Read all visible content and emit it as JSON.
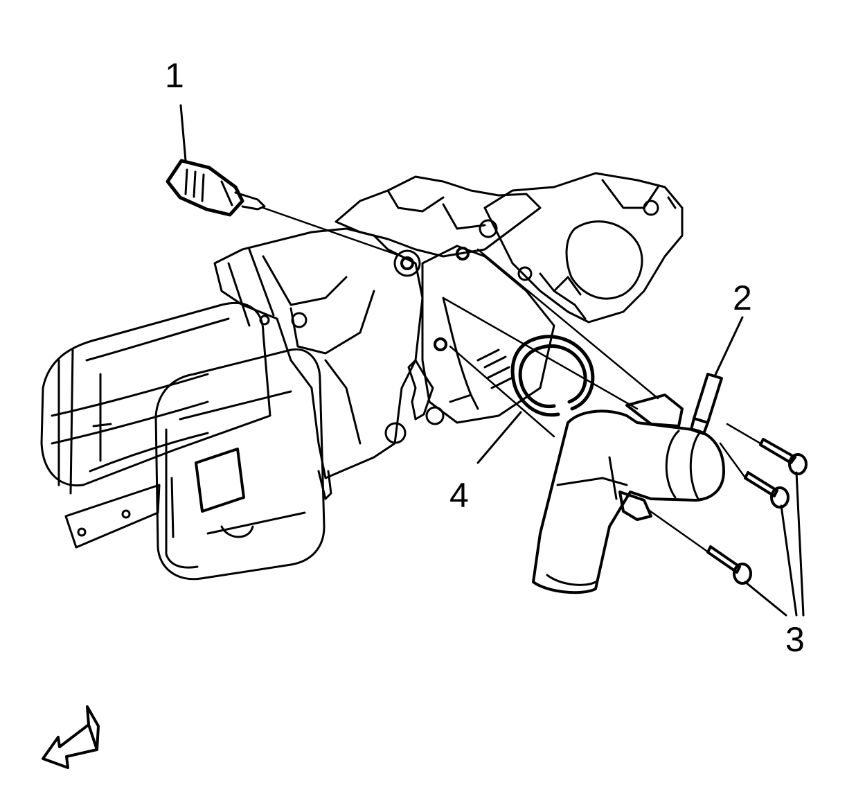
{
  "diagram": {
    "callouts": [
      {
        "label": "1",
        "part": "sensor"
      },
      {
        "label": "2",
        "part": "stud"
      },
      {
        "label": "3",
        "part": "bolts"
      },
      {
        "label": "4",
        "part": "seal ring"
      }
    ],
    "icons": {
      "direction_arrow": "arrow-left-icon"
    },
    "colors": {
      "line": "#000000",
      "background": "#ffffff"
    }
  }
}
